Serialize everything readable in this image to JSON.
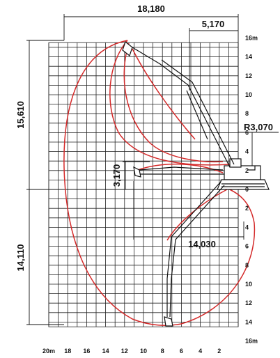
{
  "dimensions": {
    "max_reach": "18,180",
    "min_reach_top": "5,170",
    "max_height": "15,610",
    "max_depth": "14,110",
    "tail_radius": "R3,070",
    "dig_depth_flat": "3,170",
    "ground_reach": "14,030"
  },
  "y_axis_up": {
    "labels": [
      "16m",
      "14",
      "12",
      "10",
      "8",
      "6",
      "4",
      "2",
      "0"
    ],
    "values": [
      16,
      14,
      12,
      10,
      8,
      6,
      4,
      2,
      0
    ]
  },
  "y_axis_down": {
    "labels": [
      "2",
      "4",
      "6",
      "8",
      "10",
      "12",
      "14",
      "16m"
    ],
    "values": [
      2,
      4,
      6,
      8,
      10,
      12,
      14,
      16
    ]
  },
  "x_axis": {
    "labels": [
      "20m",
      "18",
      "16",
      "14",
      "12",
      "10",
      "8",
      "6",
      "4",
      "2"
    ],
    "values": [
      20,
      18,
      16,
      14,
      12,
      10,
      8,
      6,
      4,
      2
    ]
  },
  "colors": {
    "envelope": "#d42a2a",
    "grid": "#222222",
    "machine": "#111111"
  }
}
